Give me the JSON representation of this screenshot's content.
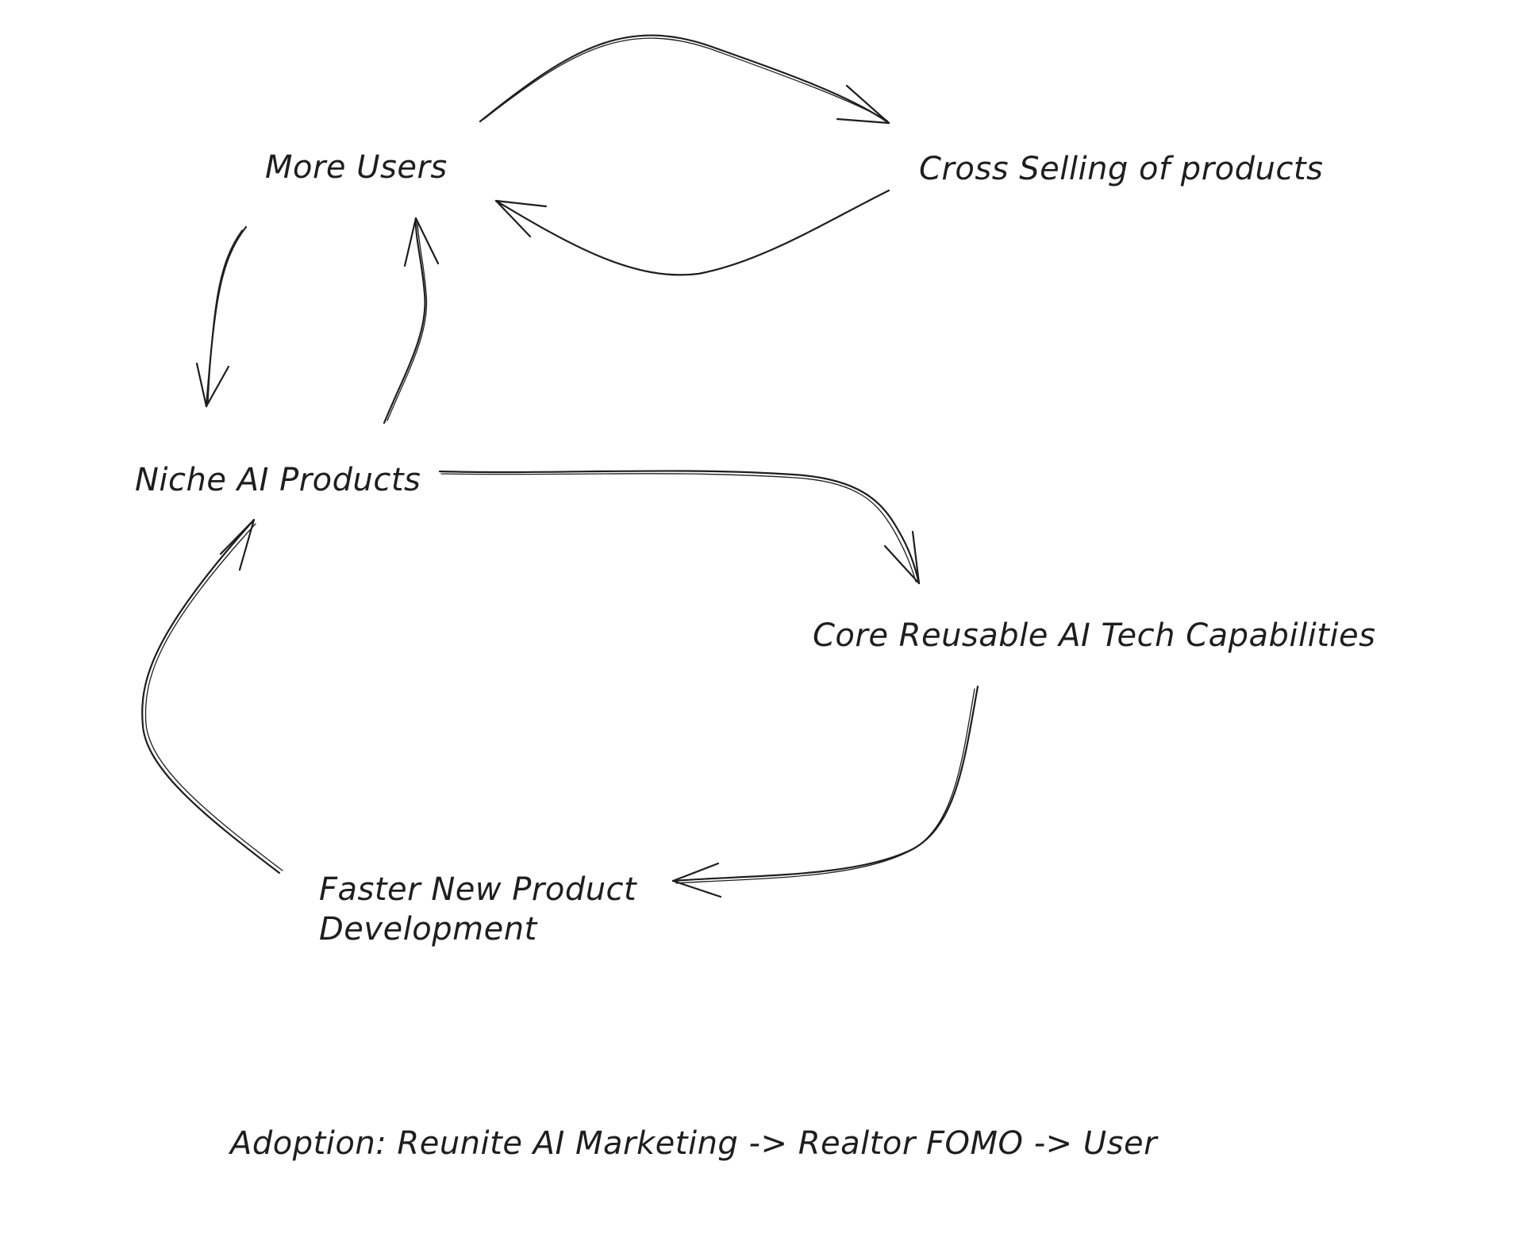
{
  "diagram": {
    "nodes": {
      "more_users": "More Users",
      "cross_selling": "Cross Selling of products",
      "niche_ai_products": "Niche AI Products",
      "core_reusable": "Core Reusable AI Tech Capabilities",
      "faster_npd": "Faster New Product\nDevelopment"
    },
    "footer_note": "Adoption: Reunite AI Marketing -> Realtor FOMO -> User"
  }
}
